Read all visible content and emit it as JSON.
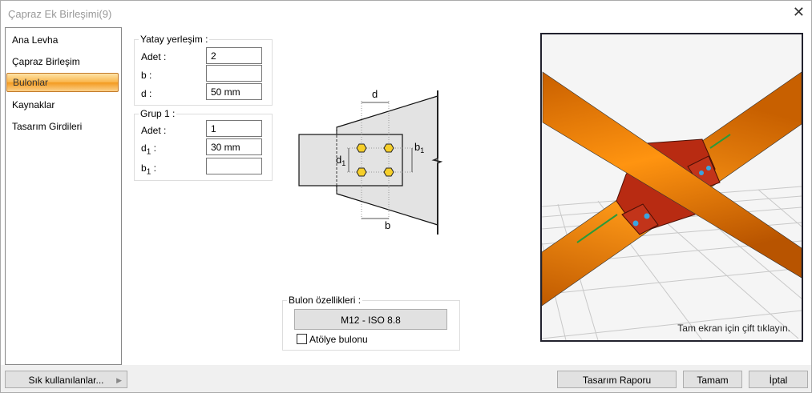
{
  "window": {
    "title": "Çapraz Ek Birleşimi(9)",
    "close": "✕"
  },
  "nav": {
    "items": [
      {
        "label": "Ana Levha"
      },
      {
        "label": "Çapraz Birleşim"
      },
      {
        "label": "Bulonlar"
      },
      {
        "label": "Kaynaklar"
      },
      {
        "label": "Tasarım Girdileri"
      }
    ],
    "selected": "Bulonlar"
  },
  "horizontal": {
    "legend": "Yatay yerleşim :",
    "adet_label": "Adet :",
    "adet": "2",
    "b_label": "b :",
    "b": "",
    "d_label": "d :",
    "d": "50 mm"
  },
  "group1": {
    "legend": "Grup 1 :",
    "adet_label": "Adet :",
    "adet": "1",
    "d1_label": "d",
    "d1_sub": "1",
    "d1_colon": " :",
    "d1": "30 mm",
    "b1_label": "b",
    "b1_sub": "1",
    "b1_colon": " :",
    "b1": ""
  },
  "diagram": {
    "d": "d",
    "d1": "d",
    "b1": "b",
    "b": "b",
    "sub": "1"
  },
  "bolt": {
    "legend": "Bulon özellikleri :",
    "type": "M12 - ISO 8.8",
    "workshop_label": "Atölye bulonu",
    "workshop_checked": false
  },
  "viewport": {
    "hint": "Tam ekran için çift tıklayın."
  },
  "footer": {
    "favorites": "Sık kullanılanlar...",
    "report": "Tasarım Raporu",
    "ok": "Tamam",
    "cancel": "İptal"
  }
}
